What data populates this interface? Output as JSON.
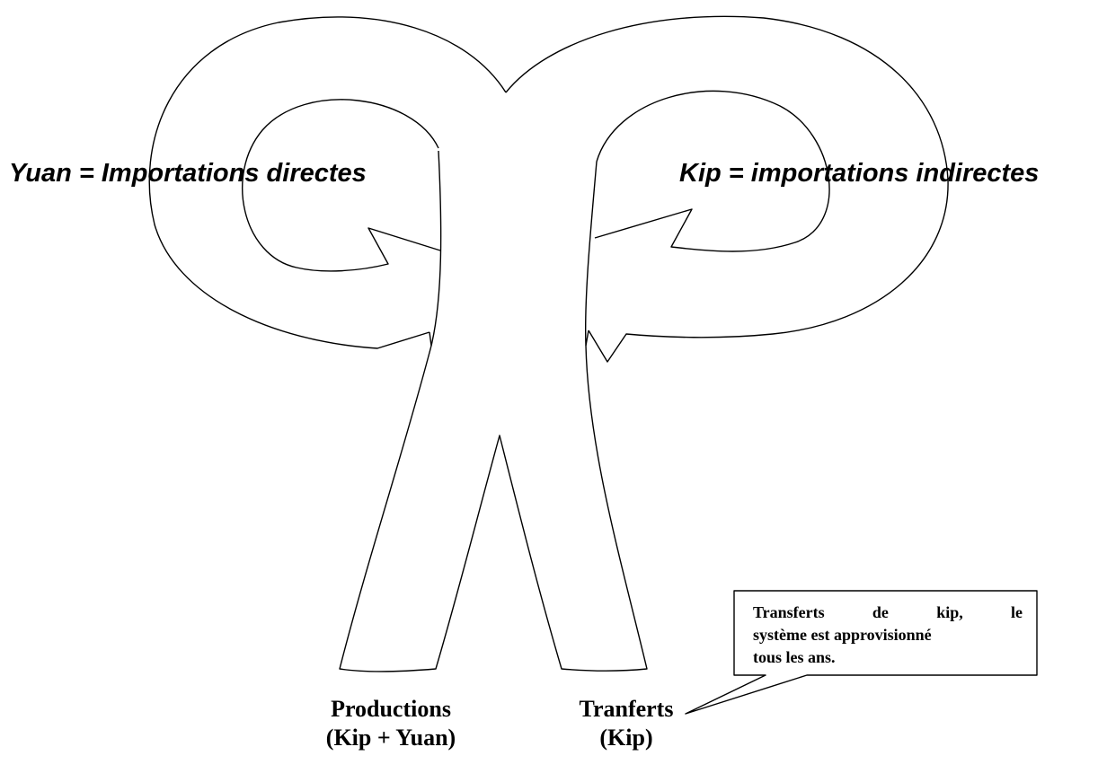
{
  "labels": {
    "yuan": "Yuan = Importations directes",
    "kip": "Kip  =  importations indirectes",
    "productions_line1": "Productions",
    "productions_line2": "(Kip + Yuan)",
    "transferts_line1": "Tranferts",
    "transferts_line2": "(Kip)"
  },
  "callout": {
    "line1": "Transferts de kip, le",
    "line2": "système est approvisionné",
    "line3": "tous les ans."
  }
}
